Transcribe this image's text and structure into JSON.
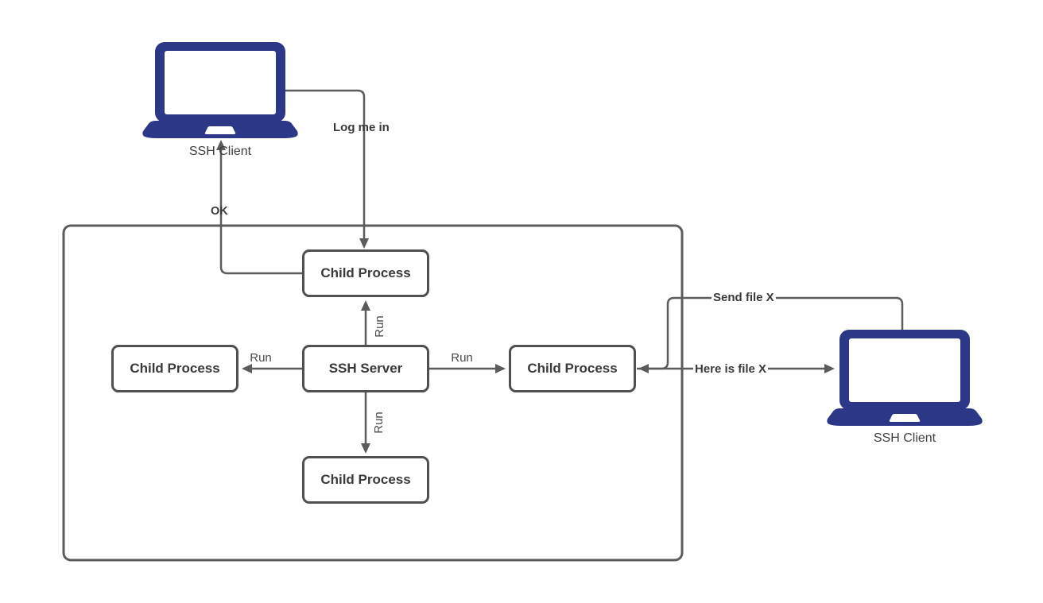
{
  "colors": {
    "laptop_navy": "#2d3787",
    "connector_gray": "#5c5c5c",
    "box_border_gray": "#505050",
    "label_text": "#3a3a3a"
  },
  "clients": {
    "left": {
      "label": "SSH Client"
    },
    "right": {
      "label": "SSH Client"
    }
  },
  "nodes": {
    "ssh_server": {
      "label": "SSH Server"
    },
    "child_top": {
      "label": "Child Process"
    },
    "child_left": {
      "label": "Child Process"
    },
    "child_right": {
      "label": "Child Process"
    },
    "child_bottom": {
      "label": "Child Process"
    }
  },
  "edge_labels": {
    "log_me_in": "Log me in",
    "ok": "OK",
    "run_up": "Run",
    "run_down": "Run",
    "run_left": "Run",
    "run_right": "Run",
    "send_file": "Send file X",
    "here_is_file": "Here is file X"
  }
}
